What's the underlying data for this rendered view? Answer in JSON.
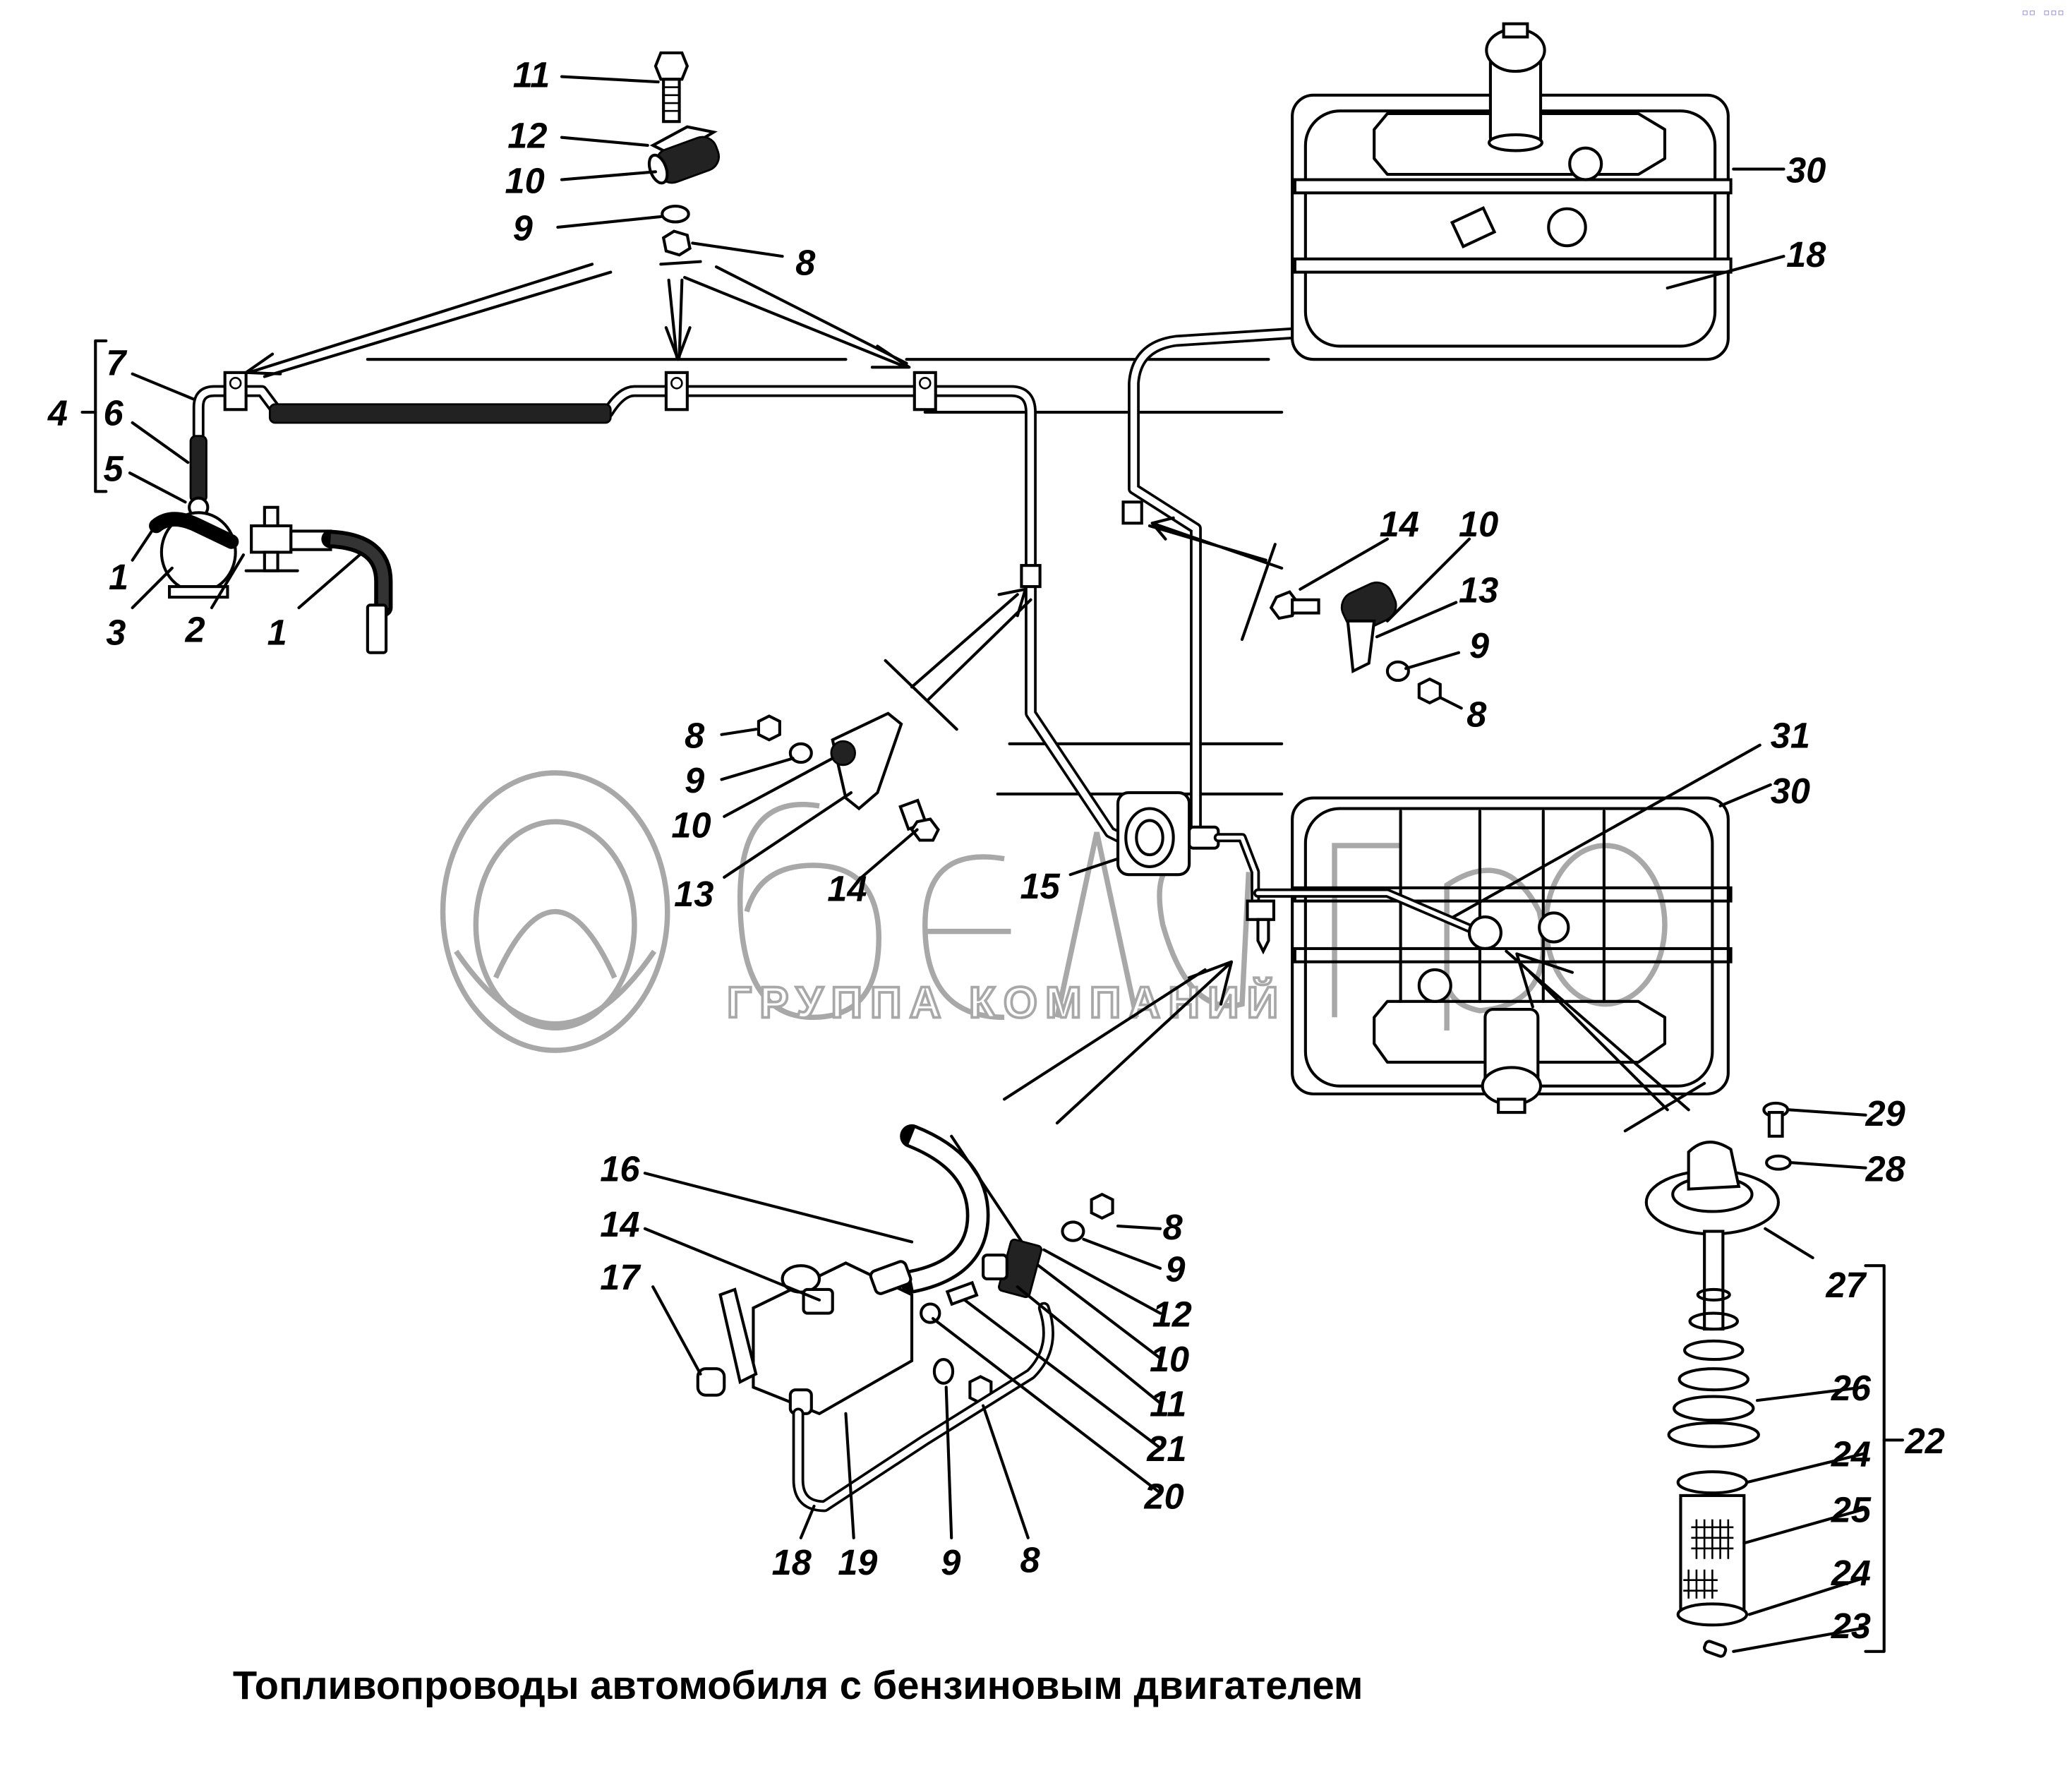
{
  "diagram": {
    "title": "Топливопроводы автомобиля с бензиновым двигателем",
    "watermark": {
      "brand": "белагро",
      "subtitle": "ГРУППА КОМПАНИЙ"
    },
    "corner_marks": "▫▫ ▫▫▫",
    "callouts": [
      {
        "id": "c11a",
        "text": "11",
        "group": "clamp-assembly-top"
      },
      {
        "id": "c12a",
        "text": "12",
        "group": "clamp-assembly-top"
      },
      {
        "id": "c10a",
        "text": "10",
        "group": "clamp-assembly-top"
      },
      {
        "id": "c9a",
        "text": "9",
        "group": "clamp-assembly-top"
      },
      {
        "id": "c8a",
        "text": "8",
        "group": "clamp-assembly-top"
      },
      {
        "id": "c7",
        "text": "7",
        "group": "fuel-pump-line"
      },
      {
        "id": "c4",
        "text": "4",
        "group": "fuel-pump-line"
      },
      {
        "id": "c6",
        "text": "6",
        "group": "fuel-pump-line"
      },
      {
        "id": "c5",
        "text": "5",
        "group": "fuel-pump-line"
      },
      {
        "id": "c1a",
        "text": "1",
        "group": "fuel-pump-line"
      },
      {
        "id": "c3",
        "text": "3",
        "group": "fuel-pump-line"
      },
      {
        "id": "c2",
        "text": "2",
        "group": "fuel-pump-line"
      },
      {
        "id": "c1b",
        "text": "1",
        "group": "fuel-pump-line"
      },
      {
        "id": "c30a",
        "text": "30",
        "group": "upper-tank"
      },
      {
        "id": "c18a",
        "text": "18",
        "group": "upper-tank"
      },
      {
        "id": "c14b",
        "text": "14",
        "group": "clamp-assembly-right"
      },
      {
        "id": "c10b",
        "text": "10",
        "group": "clamp-assembly-right"
      },
      {
        "id": "c13b",
        "text": "13",
        "group": "clamp-assembly-right"
      },
      {
        "id": "c9b",
        "text": "9",
        "group": "clamp-assembly-right"
      },
      {
        "id": "c8b",
        "text": "8",
        "group": "clamp-assembly-right"
      },
      {
        "id": "c8c",
        "text": "8",
        "group": "clamp-assembly-middle"
      },
      {
        "id": "c9c",
        "text": "9",
        "group": "clamp-assembly-middle"
      },
      {
        "id": "c10c",
        "text": "10",
        "group": "clamp-assembly-middle"
      },
      {
        "id": "c13c",
        "text": "13",
        "group": "clamp-assembly-middle"
      },
      {
        "id": "c14c",
        "text": "14",
        "group": "clamp-assembly-middle"
      },
      {
        "id": "c15",
        "text": "15",
        "group": "valve"
      },
      {
        "id": "c31",
        "text": "31",
        "group": "lower-tank"
      },
      {
        "id": "c30b",
        "text": "30",
        "group": "lower-tank"
      },
      {
        "id": "c16",
        "text": "16",
        "group": "tap-assembly"
      },
      {
        "id": "c14d",
        "text": "14",
        "group": "tap-assembly"
      },
      {
        "id": "c17",
        "text": "17",
        "group": "tap-assembly"
      },
      {
        "id": "c8d",
        "text": "8",
        "group": "tap-assembly"
      },
      {
        "id": "c9d",
        "text": "9",
        "group": "tap-assembly"
      },
      {
        "id": "c12d",
        "text": "12",
        "group": "tap-assembly"
      },
      {
        "id": "c10d",
        "text": "10",
        "group": "tap-assembly"
      },
      {
        "id": "c11d",
        "text": "11",
        "group": "tap-assembly"
      },
      {
        "id": "c21",
        "text": "21",
        "group": "tap-assembly"
      },
      {
        "id": "c20",
        "text": "20",
        "group": "tap-assembly"
      },
      {
        "id": "c18d",
        "text": "18",
        "group": "tap-assembly"
      },
      {
        "id": "c19",
        "text": "19",
        "group": "tap-assembly"
      },
      {
        "id": "c9e",
        "text": "9",
        "group": "tap-assembly"
      },
      {
        "id": "c8e",
        "text": "8",
        "group": "tap-assembly"
      },
      {
        "id": "c29",
        "text": "29",
        "group": "fuel-intake-filter"
      },
      {
        "id": "c28",
        "text": "28",
        "group": "fuel-intake-filter"
      },
      {
        "id": "c27",
        "text": "27",
        "group": "fuel-intake-filter"
      },
      {
        "id": "c26",
        "text": "26",
        "group": "fuel-intake-filter"
      },
      {
        "id": "c24a",
        "text": "24",
        "group": "fuel-intake-filter"
      },
      {
        "id": "c25",
        "text": "25",
        "group": "fuel-intake-filter"
      },
      {
        "id": "c24b",
        "text": "24",
        "group": "fuel-intake-filter"
      },
      {
        "id": "c23",
        "text": "23",
        "group": "fuel-intake-filter"
      },
      {
        "id": "c22",
        "text": "22",
        "group": "fuel-intake-filter"
      }
    ]
  }
}
